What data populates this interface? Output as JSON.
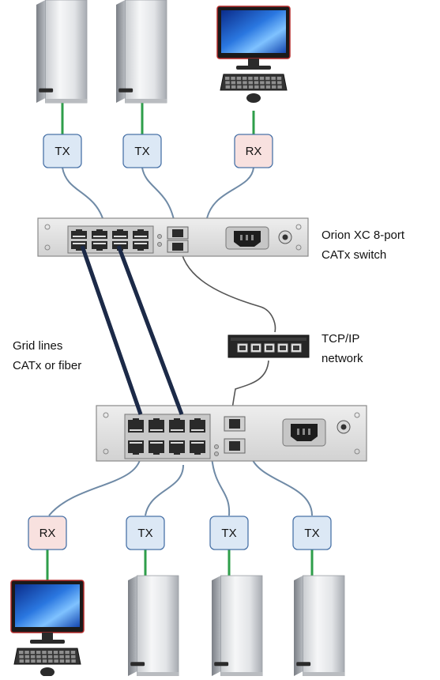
{
  "top_row": {
    "units": [
      {
        "device": "tower-pc",
        "label": "TX"
      },
      {
        "device": "tower-pc",
        "label": "TX"
      },
      {
        "device": "monitor-workstation",
        "label": "RX"
      }
    ]
  },
  "bottom_row": {
    "units": [
      {
        "device": "monitor-workstation",
        "label": "RX"
      },
      {
        "device": "tower-pc",
        "label": "TX"
      },
      {
        "device": "tower-pc",
        "label": "TX"
      },
      {
        "device": "tower-pc",
        "label": "TX"
      }
    ]
  },
  "labels": {
    "switch_line1": "Orion XC 8-port",
    "switch_line2": "CATx switch",
    "network_line1": "TCP/IP",
    "network_line2": "network",
    "grid_line1": "Grid lines",
    "grid_line2": "CATx or fiber"
  },
  "colors": {
    "tx_fill": "#dce8f5",
    "rx_fill": "#f8e1df",
    "box_stroke": "#4a73a8",
    "cable_green": "#2e9e4a",
    "cable_grey": "#6f8aa6",
    "grid_cable": "#1c2a48",
    "chassis": "#e2e2e2"
  }
}
